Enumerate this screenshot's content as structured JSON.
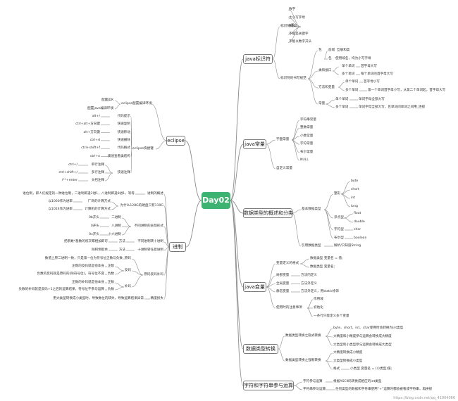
{
  "colors": {
    "root": "#3cb371",
    "line": "#8c8c8c",
    "box_border": "#7a7a7a"
  },
  "root": {
    "title": "Day02"
  },
  "watermark": "https://blog.csdn.net/qq_41904066",
  "java_identifier": {
    "title": "java标识符",
    "rules": {
      "title": "标识符规则",
      "items": [
        "数字",
        "大小写字母",
        "$和_",
        "不能是关键字",
        "不能以数字开头"
      ]
    },
    "naming": {
      "title": "标识符的书写规范",
      "package": {
        "label": "包",
        "items": [
          {
            "k": "前缀",
            "v": "互联和类"
          },
          {
            "k": "包",
            "v": "使用域名，均为小写字母"
          }
        ]
      },
      "class": {
        "label": "类和接口",
        "items": [
          {
            "k": "单个单词",
            "v": "首字母大写"
          },
          {
            "k": "多个单词",
            "v": "每个单词的首字母大写"
          }
        ]
      },
      "method": {
        "label": "方法和变量",
        "items": [
          {
            "k": "单个单词",
            "v": "首字母小写"
          },
          {
            "k": "多个单词",
            "v": "第一个单词首字母小写，从第二个单词起，首字母大写"
          }
        ]
      },
      "constant": {
        "label": "常量",
        "items": [
          {
            "k": "单个单词",
            "v": "单词字母全部大写"
          },
          {
            "k": "多个单词",
            "v": "单词字母全部大写，且单词间单词之间用_连接"
          }
        ]
      }
    }
  },
  "java_constant": {
    "title": "java常量",
    "literal": {
      "title": "字面常量",
      "items": [
        "字符串常量",
        "整数常量",
        "小数常量",
        "字符常量",
        "布尔常量",
        "NULL"
      ]
    },
    "custom": "自定义常量"
  },
  "data_type": {
    "title": "数据类型的概述和分类",
    "basic": {
      "title": "基本数据类型",
      "integer": {
        "label": "整形",
        "items": [
          "byte",
          "short",
          "int",
          "long"
        ]
      },
      "float": {
        "label": "浮点型",
        "items": [
          "float",
          "double"
        ]
      },
      "char": {
        "label": "字符型",
        "value": "char"
      },
      "bool": {
        "label": "布尔型",
        "value": "boolean"
      }
    },
    "reference": {
      "label": "引用数据类型",
      "value": "解析/只知道String"
    }
  },
  "java_variable": {
    "title": "java变量",
    "definition": {
      "label": "变量定义的格式",
      "items": [
        "数据类型 变量名 = 值;",
        "数据类型 变量名;"
      ]
    },
    "scope": [
      {
        "k": "局部变量",
        "v": "方法内定义"
      },
      {
        "k": "全局变量",
        "v": "方法外定义"
      },
      {
        "k": "静态变量",
        "v": "方法外定义，用static修饰"
      }
    ],
    "notes": {
      "label": "使用时的注意事项",
      "items": [
        "作用域",
        "初始化",
        "一条行只能定义多个变量"
      ]
    }
  },
  "type_convert": {
    "title": "数据类型转换",
    "implicit": {
      "label": "数据类型转换之隐式转换",
      "items": [
        "byte、short、int、char使用时会转换为int类型",
        "大精度和小精度参与运算会转换成大精度",
        "大类型和小类型参与运算会转换成大类型"
      ]
    },
    "explicit": {
      "label": "数据类型转换之强制转换",
      "items": [
        "大精度转换成小精度",
        "大类型转换成小类型"
      ],
      "format": {
        "k": "格式",
        "v": "小类型 变量名 = (小类型)值;"
      }
    }
  },
  "char_string": {
    "title": "字符和字符串参与运算",
    "items": [
      {
        "k": "字符参与运算",
        "v": "根据ASCII码转换成相应的int类型"
      },
      {
        "k": "字符串参与运算",
        "v": "任何类型的数据和字符串使用“+”运算时都会被看成字符串，再拼接"
      }
    ]
  },
  "eclipse": {
    "title": "eclipse",
    "config": {
      "label": "eclipse配置编译环境",
      "items": [
        "配置JDK",
        "配置java编译环境"
      ]
    },
    "shortcuts": {
      "label": "eclipse快捷键",
      "items": [
        {
          "k": "alt+/",
          "v": "代码提示"
        },
        {
          "k": "ctrl+alt+方向键",
          "v": "快速复制"
        },
        {
          "k": "alt+方向键",
          "v": "快速移动"
        },
        {
          "k": "ctrl+d",
          "v": "快速删除"
        },
        {
          "k": "ctrl+shift+f",
          "v": "代码格式"
        },
        {
          "k": "ctrl+o",
          "v": "快速查看类结构"
        }
      ],
      "comment": {
        "label": "快速注释",
        "items": [
          {
            "k": "ctrl+/",
            "v": "单行注释"
          },
          {
            "k": "ctrl+shift+/",
            "v": "多行注释"
          },
          {
            "k": "/**+enter",
            "v": "文档注释"
          }
        ]
      }
    }
  },
  "radix": {
    "title": "进制",
    "overview": {
      "label": "进制的概述",
      "value": "进位制，即人们规定的一种进位制，二进制即逢2进1，八进制即逢8进1，等等"
    },
    "bytes": {
      "label": "为什么128G的硬盘只有119G",
      "items": [
        {
          "k": "以1000作为进率",
          "v": "厂商的计算方式"
        },
        {
          "k": "以1024作为进率",
          "v": "计算机的计算方式"
        }
      ]
    },
    "forms": {
      "label": "不同进制的表现形式",
      "items": [
        {
          "k": "0b开头",
          "v": "二进制"
        },
        {
          "k": "0开头",
          "v": "八进制"
        },
        {
          "k": "0x开头",
          "v": "十六进制"
        }
      ]
    },
    "to_decimal": {
      "k": "把系数*基数的权次幂相加即可",
      "m": "方法",
      "v": "不同进制转十进制"
    },
    "from_decimal": {
      "k": "除积倒取余",
      "m": "方法",
      "v": "十进制转任意进制"
    },
    "codes": {
      "label": "原码反码补码",
      "original": {
        "label": "原码",
        "value": "数值上原二进制一致，只是第一位为符号位正数与负数"
      },
      "inverse": {
        "label": "反码",
        "items": [
          {
            "k": "正数的反码就是他本身",
            "v": "正数"
          },
          {
            "k": "负数的反码就是原码的(除符号位)，符号位不变",
            "v": "负数"
          }
        ]
      },
      "complement": {
        "label": "补码",
        "items": [
          {
            "k": "正数的补码就是他本身",
            "v": "正数"
          },
          {
            "k": "负数的补码就是反码+1之后的运算结果，符号位不参与运算",
            "v": "负数"
          }
        ]
      },
      "precision": {
        "k": "用大类型转换成小类型时，导致数位的缺失，导致运算结果异常",
        "v": "精度损失"
      }
    }
  }
}
